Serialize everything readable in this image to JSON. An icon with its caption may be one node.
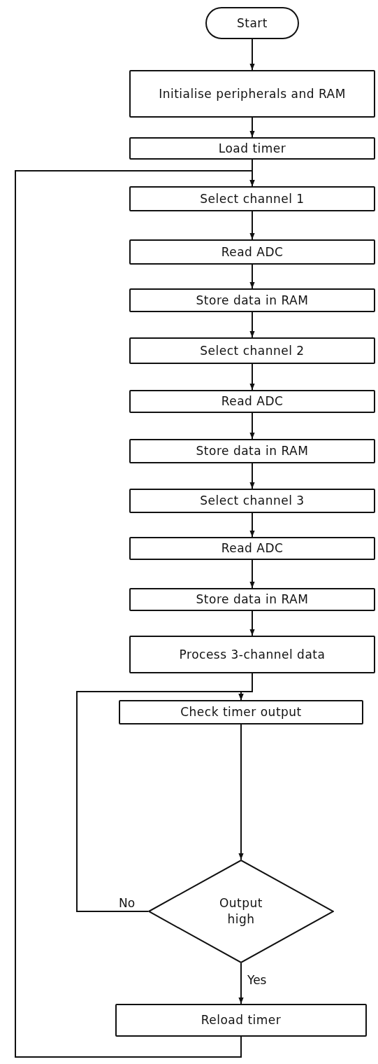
{
  "diagram": {
    "nodes": [
      {
        "text": [
          "Start"
        ]
      },
      {
        "text": [
          "Initialise peripherals and RAM"
        ]
      },
      {
        "text": [
          "Load timer"
        ]
      },
      {
        "text": [
          "Select channel 1"
        ]
      },
      {
        "text": [
          "Read ADC"
        ]
      },
      {
        "text": [
          "Store data in RAM"
        ]
      },
      {
        "text": [
          "Select channel 2"
        ]
      },
      {
        "text": [
          "Read ADC"
        ]
      },
      {
        "text": [
          "Store data in RAM"
        ]
      },
      {
        "text": [
          "Select channel 3"
        ]
      },
      {
        "text": [
          "Read ADC"
        ]
      },
      {
        "text": [
          "Store data in RAM"
        ]
      },
      {
        "text": [
          "Process 3-channel data"
        ]
      },
      {
        "text": [
          "Check timer output"
        ]
      },
      {
        "text": [
          "Output high"
        ]
      },
      {
        "text": [
          "Reload timer"
        ]
      }
    ],
    "edges": [
      {
        "from": 0,
        "to": 1,
        "arrow": "to"
      },
      {
        "from": 1,
        "to": 2,
        "arrow": "to"
      },
      {
        "from": 2,
        "to": 3,
        "arrow": "to"
      },
      {
        "from": 3,
        "to": 4,
        "arrow": "to"
      },
      {
        "from": 4,
        "to": 5,
        "arrow": "to"
      },
      {
        "from": 5,
        "to": 6,
        "arrow": "to"
      },
      {
        "from": 6,
        "to": 7,
        "arrow": "to"
      },
      {
        "from": 7,
        "to": 8,
        "arrow": "to"
      },
      {
        "from": 8,
        "to": 9,
        "arrow": "to"
      },
      {
        "from": 9,
        "to": 10,
        "arrow": "to"
      },
      {
        "from": 10,
        "to": 11,
        "arrow": "to"
      },
      {
        "from": 11,
        "to": 12,
        "arrow": "to"
      },
      {
        "from": 12,
        "to": 13,
        "arrow": "to"
      },
      {
        "from": 13,
        "to": 14,
        "arrow": "to"
      },
      {
        "from": 14,
        "to": 15,
        "arrow": "to",
        "label": "Yes"
      },
      {
        "from": 14,
        "to": 13,
        "arrow": "to",
        "label": "No"
      },
      {
        "from": 15,
        "to": 3,
        "arrow": "to"
      }
    ]
  }
}
